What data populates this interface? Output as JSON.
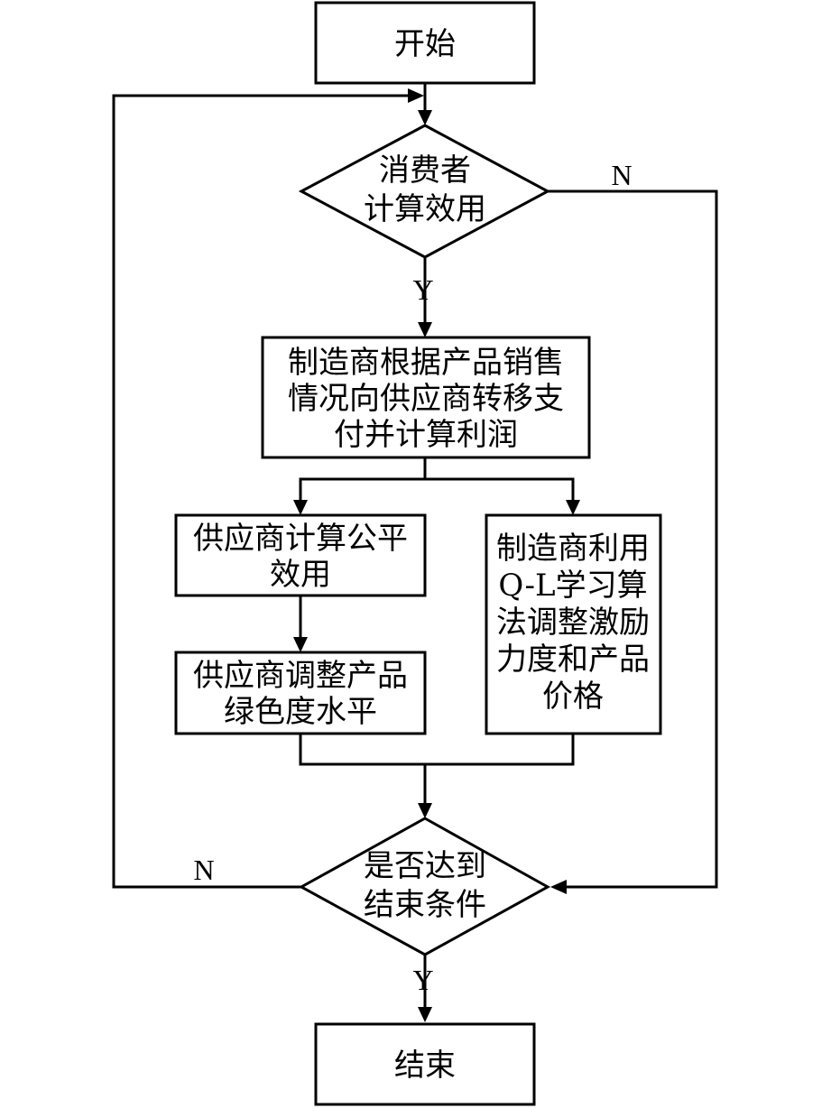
{
  "flowchart": {
    "start": {
      "label": "开始"
    },
    "decision_utility": {
      "lines": [
        "消费者",
        "计算效用"
      ]
    },
    "manufacturer_transfer": {
      "lines": [
        "制造商根据产品销售",
        "情况向供应商转移支",
        "付并计算利润"
      ]
    },
    "supplier_fairness": {
      "lines": [
        "供应商计算公平",
        "效用"
      ]
    },
    "supplier_green": {
      "lines": [
        "供应商调整产品",
        "绿色度水平"
      ]
    },
    "manufacturer_ql": {
      "lines": [
        "制造商利用",
        "Q-L学习算",
        "法调整激励",
        "力度和产品",
        "价格"
      ]
    },
    "decision_end": {
      "lines": [
        "是否达到",
        "结束条件"
      ]
    },
    "end": {
      "label": "结束"
    },
    "edge_labels": {
      "utility_no": "N",
      "utility_yes": "Y",
      "end_no": "N",
      "end_yes": "Y"
    }
  }
}
